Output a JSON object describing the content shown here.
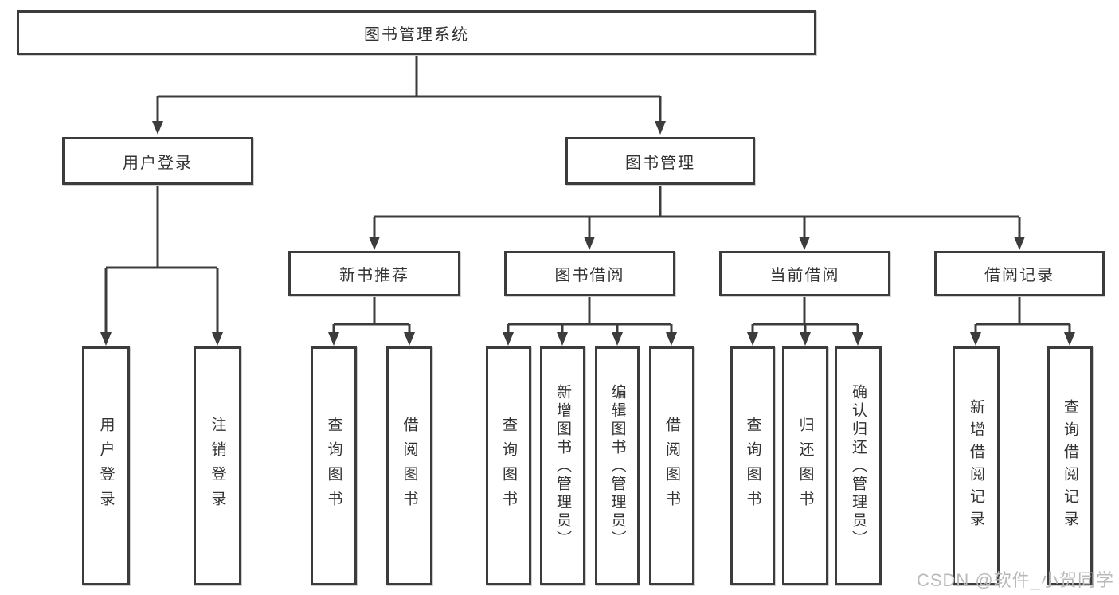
{
  "diagram": {
    "title_node": "图书管理系统",
    "root": {
      "label": "图书管理系统"
    },
    "branches": [
      {
        "label": "用户登录",
        "children": [
          {
            "label": "用户登录"
          },
          {
            "label": "注销登录"
          }
        ]
      },
      {
        "label": "图书管理",
        "groups": [
          {
            "label": "新书推荐",
            "children": [
              {
                "label": "查询图书"
              },
              {
                "label": "借阅图书"
              }
            ]
          },
          {
            "label": "图书借阅",
            "children": [
              {
                "label": "查询图书"
              },
              {
                "label": "新增图书（管理员）"
              },
              {
                "label": "编辑图书（管理员）"
              },
              {
                "label": "借阅图书"
              }
            ]
          },
          {
            "label": "当前借阅",
            "children": [
              {
                "label": "查询图书"
              },
              {
                "label": "归还图书"
              },
              {
                "label": "确认归还（管理员）"
              }
            ]
          },
          {
            "label": "借阅记录",
            "children": [
              {
                "label": "新增借阅记录"
              },
              {
                "label": "查询借阅记录"
              }
            ]
          }
        ]
      }
    ]
  },
  "watermark": {
    "text": "CSDN @软件_小贺同学"
  },
  "colors": {
    "line": "#3c3c3c",
    "box_border": "#3c3c3c",
    "text": "#333333",
    "background": "#ffffff",
    "watermark": "#b9b9b9"
  }
}
